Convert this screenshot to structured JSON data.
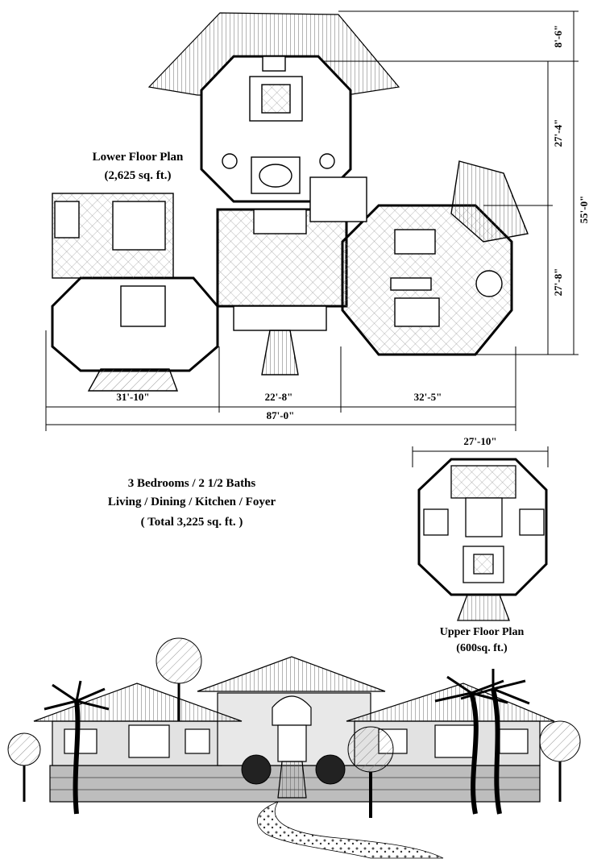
{
  "lower_floor": {
    "title": "Lower Floor Plan",
    "area": "(2,625 sq. ft.)"
  },
  "summary": {
    "line1": "3 Bedrooms / 2 1/2 Baths",
    "line2": "Living / Dining / Kitchen / Foyer",
    "line3": "( Total 3,225 sq. ft. )"
  },
  "upper_floor": {
    "title": "Upper Floor Plan",
    "area": "(600sq. ft.)",
    "width_dim": "27'-10\""
  },
  "dimensions": {
    "left_wing": "31'-10\"",
    "center": "22'-8\"",
    "right_wing": "32'-5\"",
    "overall_width": "87'-0\"",
    "top_deck": "8'-6\"",
    "upper_octagon": "27'-4\"",
    "lower_right": "27'-8\"",
    "overall_depth": "55'-0\""
  },
  "colors": {
    "line": "#000000",
    "background": "#ffffff",
    "wall_gray": "#cfcfcf",
    "foundation_gray": "#bdbdbd"
  }
}
